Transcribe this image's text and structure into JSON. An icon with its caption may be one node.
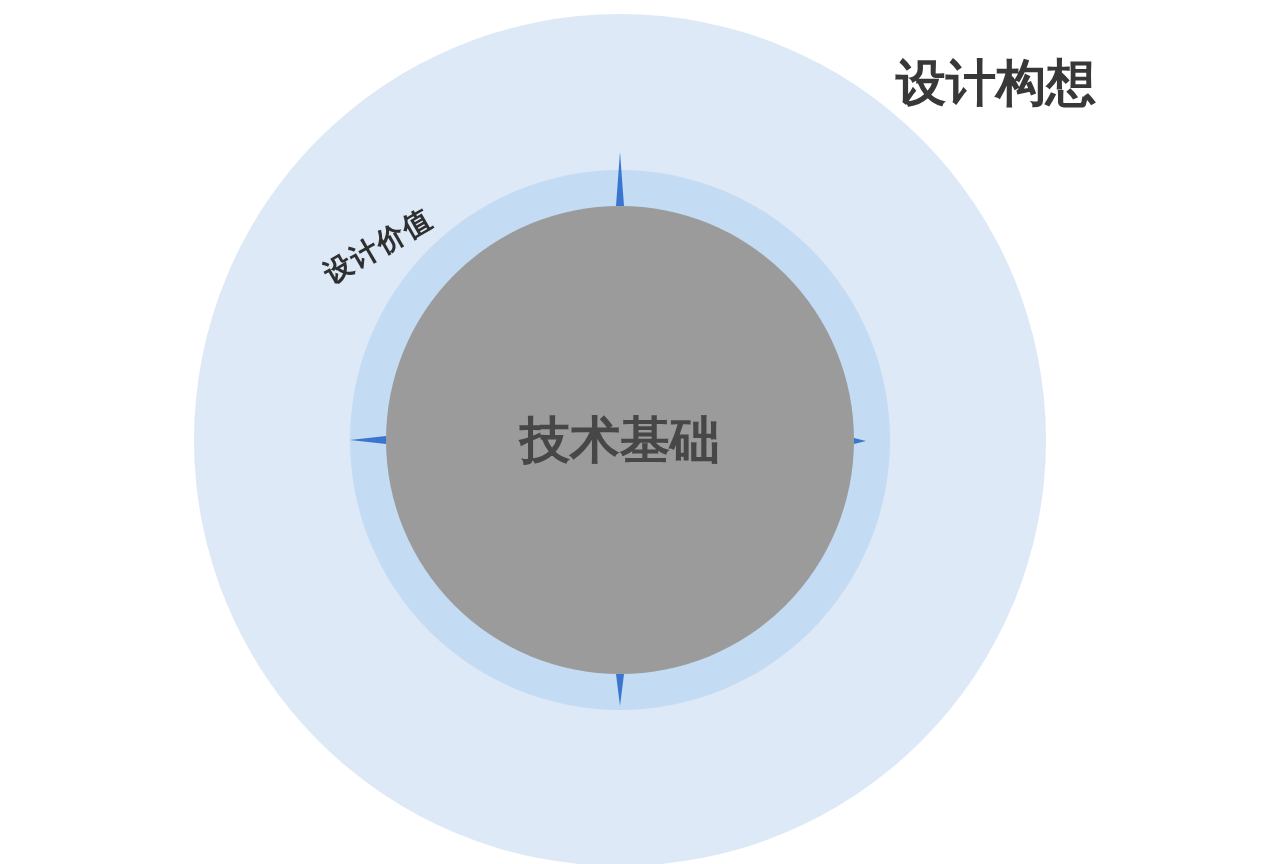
{
  "diagram": {
    "nodes": [
      {
        "text": [
          "设计构想"
        ]
      },
      {
        "text": [
          "设计价值"
        ],
        "in": 0
      },
      {
        "text": [
          "技术基础"
        ],
        "in": 1
      }
    ]
  }
}
